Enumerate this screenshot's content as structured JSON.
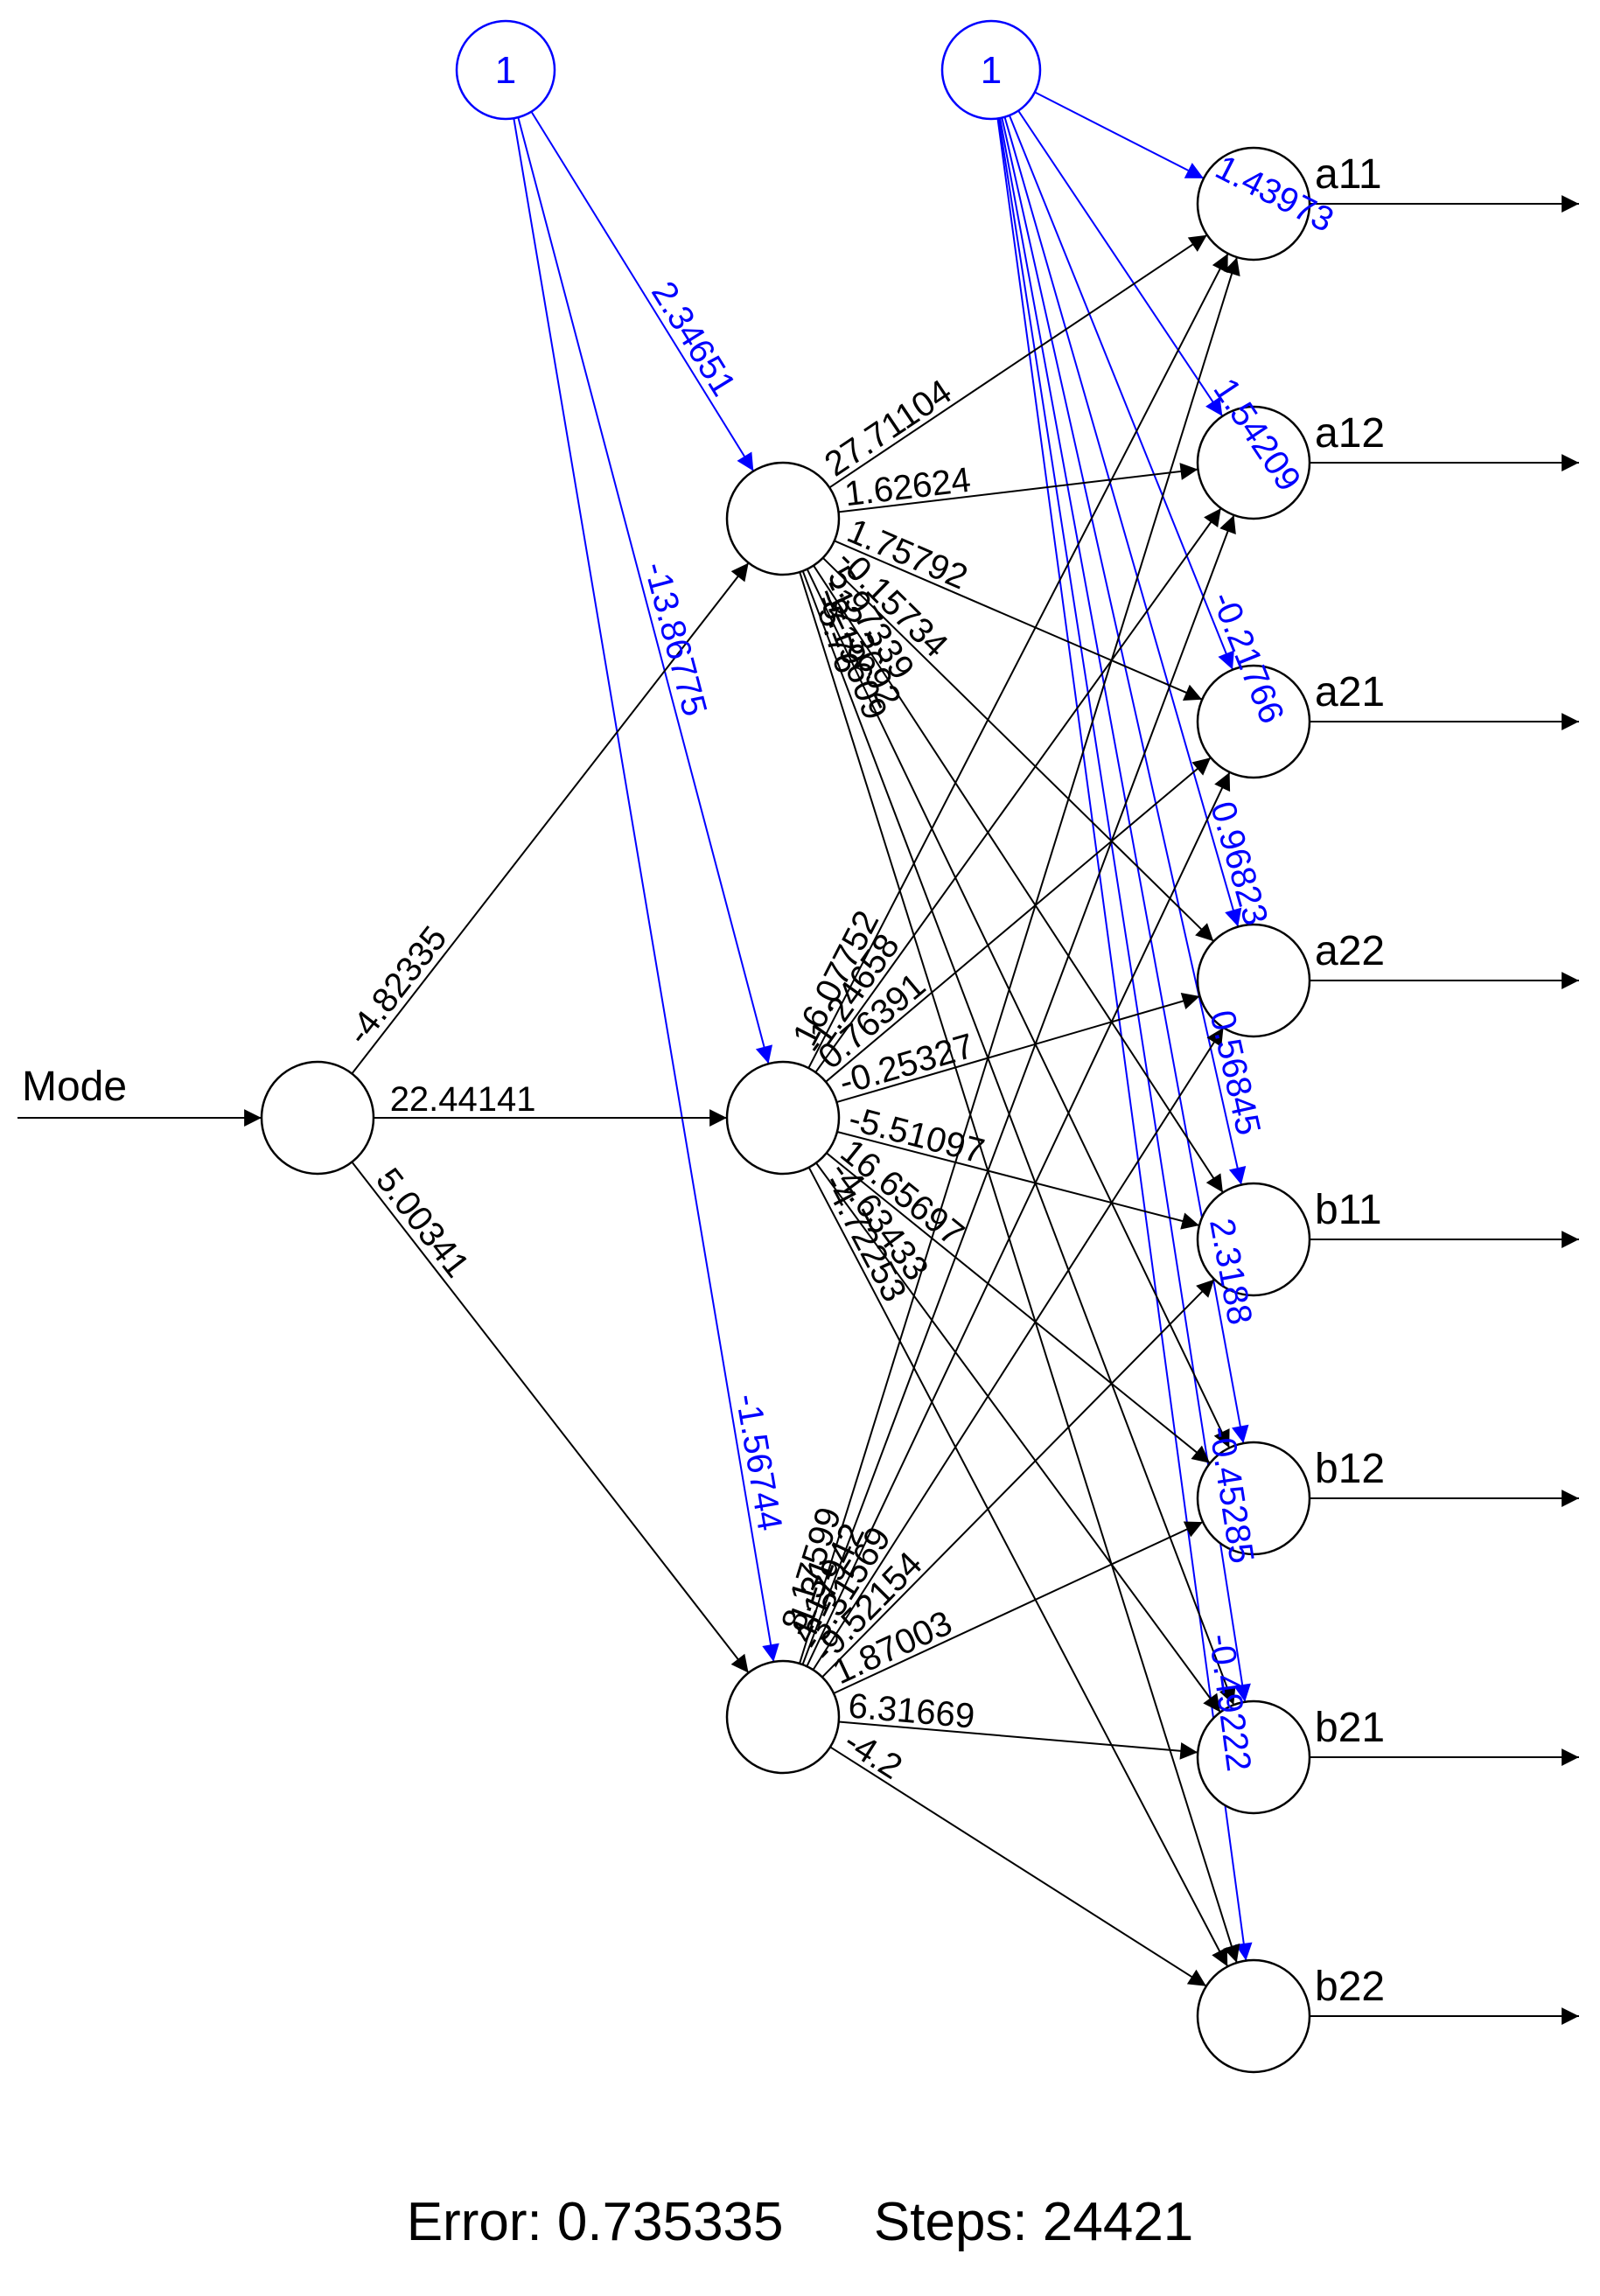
{
  "network": {
    "input": "Mode",
    "outputs": [
      "a11",
      "a12",
      "a21",
      "a22",
      "b11",
      "b12",
      "b21",
      "b22"
    ],
    "bias_label": "1",
    "input_to_hidden_weights": [
      "-4.82335",
      "22.44141",
      "5.00341"
    ],
    "hidden_bias_weights": [
      "2.34651",
      "-13.86775",
      "-1.56744"
    ],
    "hidden1_to_output_weights": [
      "27.71104",
      "1.62624",
      "1.75792",
      "-0.15734",
      "5.97339",
      "-12.3692",
      "-8.19609",
      "-5.76"
    ],
    "hidden2_to_output_weights": [
      "16.07752",
      "-1.24658",
      "0.76391",
      "-0.25327",
      "-5.51097",
      "16.65697",
      "-4.63433",
      "-4.72253"
    ],
    "hidden3_to_output_weights": [
      "8.17599",
      "-1.31",
      "4.17942",
      "-3.31569",
      "-9.52154",
      "1.87003",
      "6.31669",
      "-4.2"
    ],
    "output_bias_weights": [
      "1.43973",
      "1.54209",
      "-0.21766",
      "0.96823",
      "0.56845",
      "2.3188",
      "-0.45285",
      "-0.49222"
    ]
  },
  "footer": {
    "error_label": "Error: 0.735335",
    "steps_label": "Steps: 24421"
  }
}
